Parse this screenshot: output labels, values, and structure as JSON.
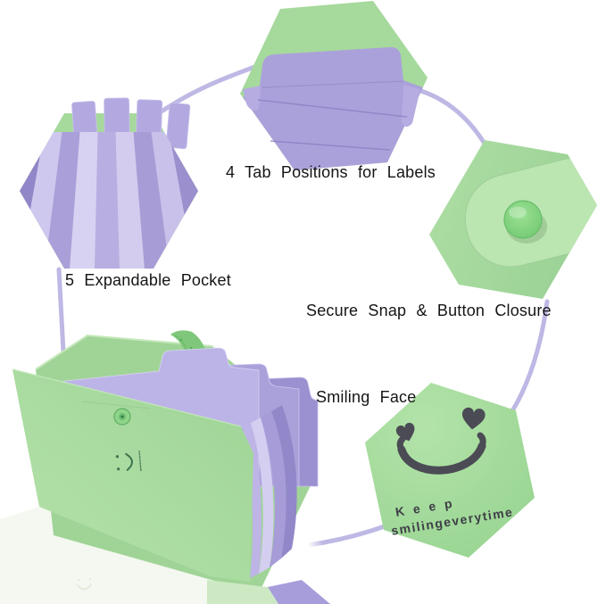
{
  "captions": {
    "tab_positions": "4  Tab  Positions  for  Labels",
    "expandable_pocket": "5  Expandable  Pocket",
    "snap_closure": "Secure  Snap  &  Button  Closure",
    "smiling_face": "Smiling  Face"
  },
  "smiley_hexagon": {
    "line1": "K e e p",
    "line2": "smilingeverytime"
  },
  "colors": {
    "green": "#a6d99c",
    "green-light": "#bce6b2",
    "purple": "#aba1da",
    "purple-light": "#cfc8ee",
    "purple-dark": "#9186c8",
    "ring": "#bdb8e4",
    "button-green": "#84d67f",
    "caption-text": "#151515",
    "face-ink": "#4b4b55"
  }
}
